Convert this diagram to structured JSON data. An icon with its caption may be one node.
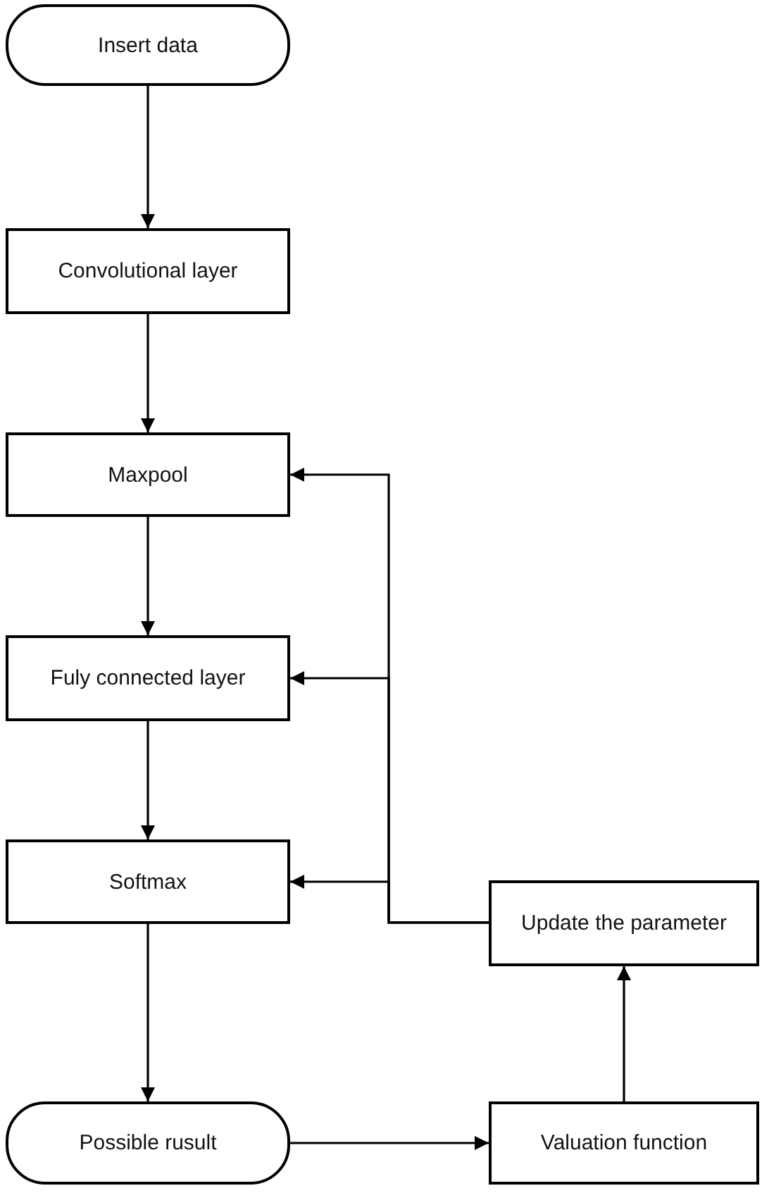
{
  "diagram": {
    "nodes": [
      {
        "text": [
          "Insert data"
        ]
      },
      {
        "text": [
          "Convolutional layer"
        ]
      },
      {
        "text": [
          "Maxpool"
        ]
      },
      {
        "text": [
          "Fuly connected layer"
        ]
      },
      {
        "text": [
          "Softmax"
        ]
      },
      {
        "text": [
          "Possible rusult"
        ]
      },
      {
        "text": [
          "Valuation function"
        ]
      },
      {
        "text": [
          "Update the parameter"
        ]
      }
    ],
    "edges": [
      {
        "from": 0,
        "to": 1,
        "arrow": "to"
      },
      {
        "from": 1,
        "to": 2,
        "arrow": "to"
      },
      {
        "from": 2,
        "to": 3,
        "arrow": "to"
      },
      {
        "from": 3,
        "to": 4,
        "arrow": "to"
      },
      {
        "from": 4,
        "to": 5,
        "arrow": "to"
      },
      {
        "from": 5,
        "to": 6,
        "arrow": "to"
      },
      {
        "from": 6,
        "to": 7,
        "arrow": "to"
      },
      {
        "from": 7,
        "to": 2,
        "arrow": "to"
      },
      {
        "from": 7,
        "to": 3,
        "arrow": "to"
      },
      {
        "from": 7,
        "to": 4,
        "arrow": "to"
      }
    ]
  }
}
